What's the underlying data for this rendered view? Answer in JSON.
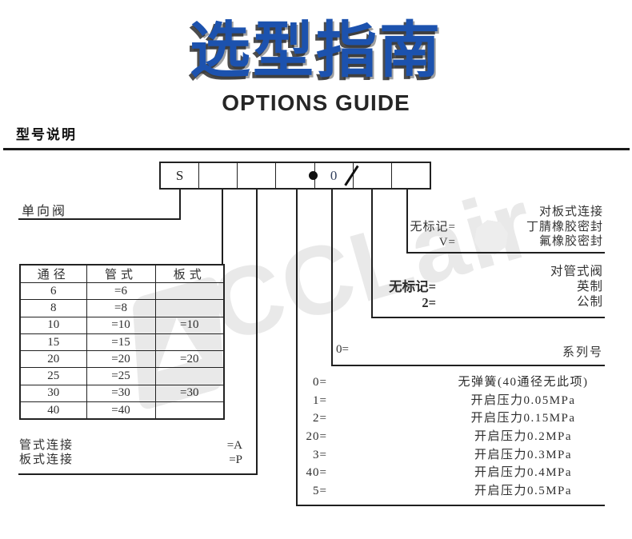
{
  "title": {
    "zh": "选型指南",
    "en": "OPTIONS GUIDE"
  },
  "section": {
    "heading": "型号说明"
  },
  "model_code": {
    "cells": [
      "S",
      "",
      "",
      "",
      "0",
      "",
      ""
    ],
    "dot": "dot-marker",
    "slash": "slash-marker"
  },
  "valve_label": "单向阀",
  "annotations": {
    "seal": {
      "keys": [
        "无标记=",
        "V="
      ],
      "values": [
        "对板式连接",
        "丁腈橡胶密封",
        "氟橡胶密封"
      ]
    },
    "standard": {
      "keys": [
        "无标记=",
        "2="
      ],
      "values": [
        "对管式阀",
        "英制",
        "公制"
      ]
    },
    "series": {
      "key": "0=",
      "value": "系列号"
    },
    "spring": {
      "keys": [
        "0=",
        "1=",
        "2=",
        "20=",
        "3=",
        "40=",
        "5="
      ],
      "values": [
        "无弹簧(40通径无此项)",
        "开启压力0.05MPa",
        "开启压力0.15MPa",
        "开启压力0.2MPa",
        "开启压力0.3MPa",
        "开启压力0.4MPa",
        "开启压力0.5MPa"
      ]
    }
  },
  "table": {
    "headers": [
      "通径",
      "管式",
      "板式"
    ],
    "rows": [
      [
        "6",
        "=6",
        ""
      ],
      [
        "8",
        "=8",
        ""
      ],
      [
        "10",
        "=10",
        "=10"
      ],
      [
        "15",
        "=15",
        ""
      ],
      [
        "20",
        "=20",
        "=20"
      ],
      [
        "25",
        "=25",
        ""
      ],
      [
        "30",
        "=30",
        "=30"
      ],
      [
        "40",
        "=40",
        ""
      ]
    ]
  },
  "connections": [
    {
      "label": "管式连接",
      "value": "=A"
    },
    {
      "label": "板式连接",
      "value": "=P"
    }
  ],
  "watermark": {
    "text": "CCLair"
  },
  "colors": {
    "accent_blue": "#1c52ae",
    "line": "#1f1f1f"
  }
}
